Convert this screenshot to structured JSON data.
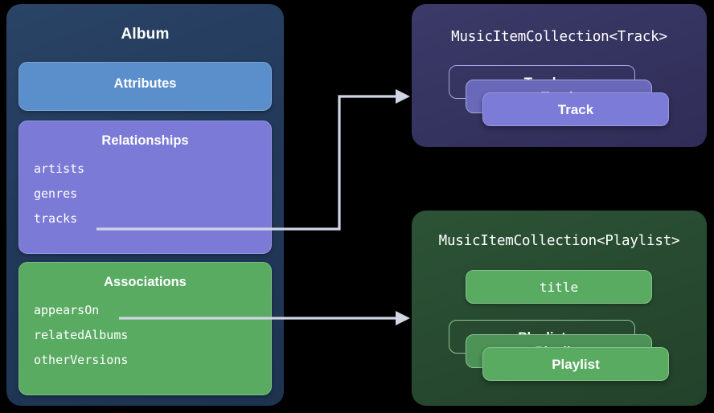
{
  "diagram": {
    "background_color": "#000000",
    "accent_blue": "#5b8fcc",
    "accent_purple": "#7b7ad6",
    "accent_green": "#5aab62",
    "connector_color": "#cfd6e6"
  },
  "album_panel": {
    "title": "Album",
    "attributes": {
      "heading": "Attributes",
      "fields": []
    },
    "relationships": {
      "heading": "Relationships",
      "fields": [
        "artists",
        "genres",
        "tracks"
      ]
    },
    "associations": {
      "heading": "Associations",
      "fields": [
        "appearsOn",
        "relatedAlbums",
        "otherVersions"
      ]
    }
  },
  "track_collection_panel": {
    "title": "MusicItemCollection<Track>",
    "stack": [
      "Track",
      "Track",
      "Track"
    ]
  },
  "playlist_collection_panel": {
    "title": "MusicItemCollection<Playlist>",
    "field_card": "title",
    "stack": [
      "Playlist",
      "Playlist",
      "Playlist"
    ]
  },
  "connectors": [
    {
      "from": "tracks",
      "to": "MusicItemCollection<Track>"
    },
    {
      "from": "appearsOn",
      "to": "MusicItemCollection<Playlist>"
    }
  ]
}
